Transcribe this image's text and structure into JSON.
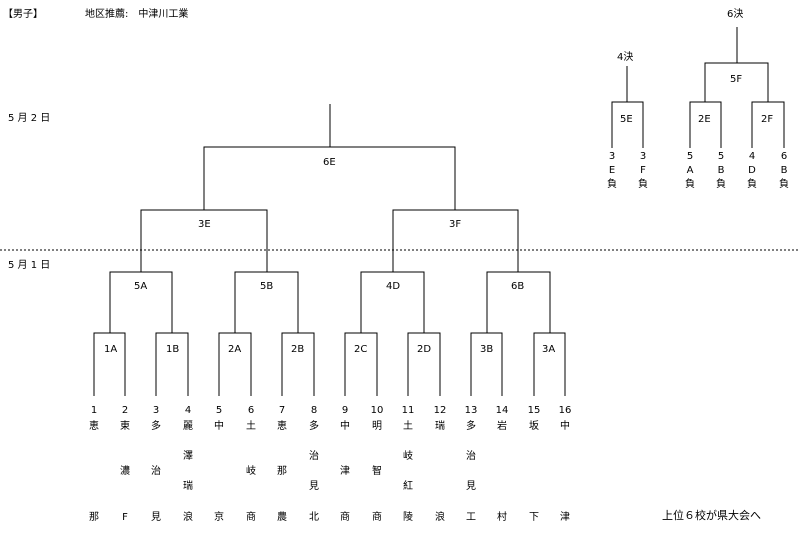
{
  "header": {
    "division": "【男子】",
    "regional_rec": "地区推薦:　中津川工業"
  },
  "dates": {
    "day2": "5 月 2 日",
    "day1": "5 月 1 日"
  },
  "footer": {
    "note": "上位６校が県大会へ"
  },
  "main_bracket": {
    "r1": [
      "1A",
      "1B",
      "2A",
      "2B",
      "2C",
      "2D",
      "3B",
      "3A"
    ],
    "r2": [
      "5A",
      "5B",
      "4D",
      "6B"
    ],
    "r3": [
      "3E",
      "3F"
    ],
    "r4": "6E"
  },
  "side_bracket": {
    "fourth_title": "4決",
    "sixth_title": "6決",
    "m5e": "5E",
    "m5f": "5F",
    "m2e": "2E",
    "m2f": "2F",
    "slots": [
      [
        "3",
        "E",
        "負"
      ],
      [
        "3",
        "F",
        "負"
      ],
      [
        "5",
        "A",
        "負"
      ],
      [
        "5",
        "B",
        "負"
      ],
      [
        "4",
        "D",
        "負"
      ],
      [
        "6",
        "B",
        "負"
      ]
    ]
  },
  "teams": [
    {
      "num": "1",
      "n1": "恵",
      "n2": "",
      "n3": "",
      "n4": "",
      "n5": "那"
    },
    {
      "num": "2",
      "n1": "東",
      "n2": "",
      "n3": "濃",
      "n4": "",
      "n5": "F"
    },
    {
      "num": "3",
      "n1": "多",
      "n2": "",
      "n3": "治",
      "n4": "",
      "n5": "見"
    },
    {
      "num": "4",
      "n1": "麗",
      "n2": "澤",
      "n3": "",
      "n4": "瑞",
      "n5": "浪"
    },
    {
      "num": "5",
      "n1": "中",
      "n2": "",
      "n3": "",
      "n4": "",
      "n5": "京"
    },
    {
      "num": "6",
      "n1": "土",
      "n2": "",
      "n3": "岐",
      "n4": "",
      "n5": "商"
    },
    {
      "num": "7",
      "n1": "恵",
      "n2": "",
      "n3": "那",
      "n4": "",
      "n5": "農"
    },
    {
      "num": "8",
      "n1": "多",
      "n2": "治",
      "n3": "",
      "n4": "見",
      "n5": "北"
    },
    {
      "num": "9",
      "n1": "中",
      "n2": "",
      "n3": "津",
      "n4": "",
      "n5": "商"
    },
    {
      "num": "10",
      "n1": "明",
      "n2": "",
      "n3": "智",
      "n4": "",
      "n5": "商"
    },
    {
      "num": "11",
      "n1": "土",
      "n2": "岐",
      "n3": "",
      "n4": "紅",
      "n5": "陵"
    },
    {
      "num": "12",
      "n1": "瑞",
      "n2": "",
      "n3": "",
      "n4": "",
      "n5": "浪"
    },
    {
      "num": "13",
      "n1": "多",
      "n2": "治",
      "n3": "",
      "n4": "見",
      "n5": "工"
    },
    {
      "num": "14",
      "n1": "岩",
      "n2": "",
      "n3": "",
      "n4": "",
      "n5": "村"
    },
    {
      "num": "15",
      "n1": "坂",
      "n2": "",
      "n3": "",
      "n4": "",
      "n5": "下"
    },
    {
      "num": "16",
      "n1": "中",
      "n2": "",
      "n3": "",
      "n4": "",
      "n5": "津"
    }
  ]
}
